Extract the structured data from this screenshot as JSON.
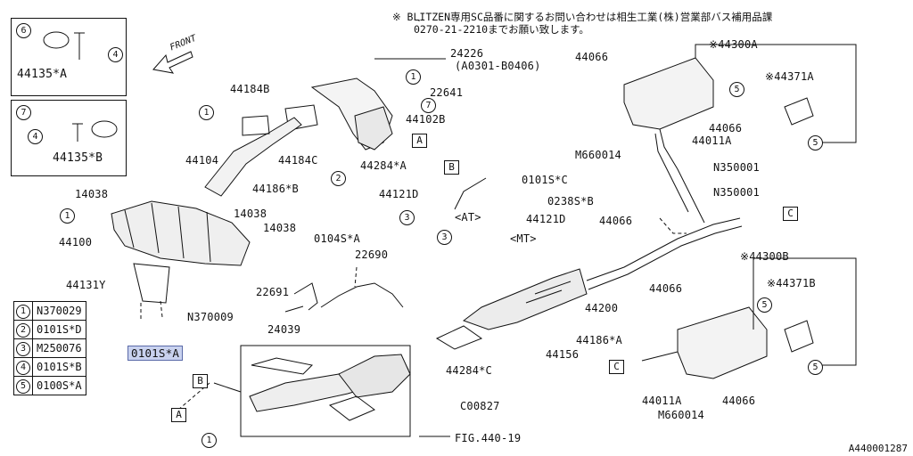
{
  "note": {
    "line1": "※ BLITZEN専用SC品番に関するお問い合わせは相生工業(株)営業部バス補用品課",
    "line2": "0270-21-2210までお願い致します。"
  },
  "front_label": "FRONT",
  "diagram_code": "A440001287",
  "inset_top": {
    "num": "6",
    "part": "44135*A",
    "sub": "4"
  },
  "inset_bottom": {
    "num": "7",
    "part": "44135*B",
    "sub": "4"
  },
  "legend": [
    {
      "num": "1",
      "part": "N370029"
    },
    {
      "num": "2",
      "part": "0101S*D"
    },
    {
      "num": "3",
      "part": "M250076"
    },
    {
      "num": "4",
      "part": "0101S*B"
    },
    {
      "num": "5",
      "part": "0100S*A"
    }
  ],
  "highlight": "0101S*A",
  "labels": {
    "p24226": "24226",
    "p24226_range": "(A0301-B0406)",
    "p44066_a": "44066",
    "p44300A": "※44300A",
    "p44371A": "※44371A",
    "p44184B": "44184B",
    "p22641": "22641",
    "p44102B": "44102B",
    "p44104": "44104",
    "p44184C": "44184C",
    "p44284A": "44284*A",
    "p44186B": "44186*B",
    "p14038_a": "14038",
    "p14038_b": "14038",
    "p14038_c": "14038",
    "p44100": "44100",
    "p44131Y": "44131Y",
    "pN370009": "N370009",
    "p0104SA": "0104S*A",
    "p22690": "22690",
    "p22691": "22691",
    "p24039": "24039",
    "p44121D_a": "44121D",
    "p44121D_b": "44121D",
    "p0101SC": "0101S*C",
    "p0238SB": "0238S*B",
    "at": "<AT>",
    "mt": "<MT>",
    "p44066_b": "44066",
    "p44011A_a": "44011A",
    "pM660014_a": "M660014",
    "pN350001_a": "N350001",
    "pN350001_b": "N350001",
    "p44066_c": "44066",
    "p44300B": "※44300B",
    "p44371B": "※44371B",
    "p44066_d": "44066",
    "p44200": "44200",
    "p44186A": "44186*A",
    "p44156": "44156",
    "p44284C": "44284*C",
    "pC00827": "C00827",
    "fig": "FIG.440-19",
    "p44011A_b": "44011A",
    "pM660014_b": "M660014",
    "p44066_e": "44066"
  },
  "tags": {
    "A": "A",
    "B": "B",
    "C": "C"
  },
  "circles": {
    "1": "1",
    "2": "2",
    "3": "3",
    "4": "4",
    "5": "5",
    "7": "7"
  }
}
